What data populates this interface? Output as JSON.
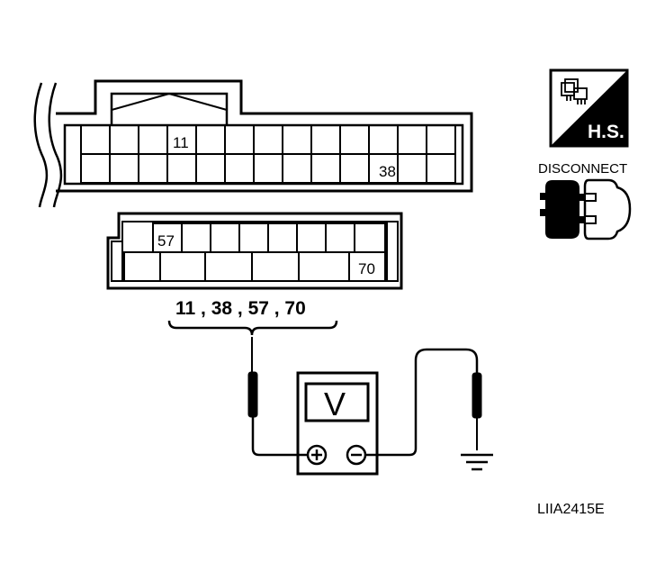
{
  "connector_upper": {
    "pin_a": "11",
    "pin_b": "38"
  },
  "connector_lower": {
    "pin_a": "57",
    "pin_b": "70"
  },
  "terminals_label": "11 , 38 , 57 , 70",
  "meter": {
    "letter": "V",
    "plus": "+",
    "minus": "−"
  },
  "hs_badge": {
    "text": "H.S."
  },
  "disconnect_label": "DISCONNECT",
  "figure_id": "LIIA2415E",
  "icons": [
    "harness-connector-icon",
    "disconnect-icon",
    "ground-icon",
    "voltmeter-icon"
  ]
}
